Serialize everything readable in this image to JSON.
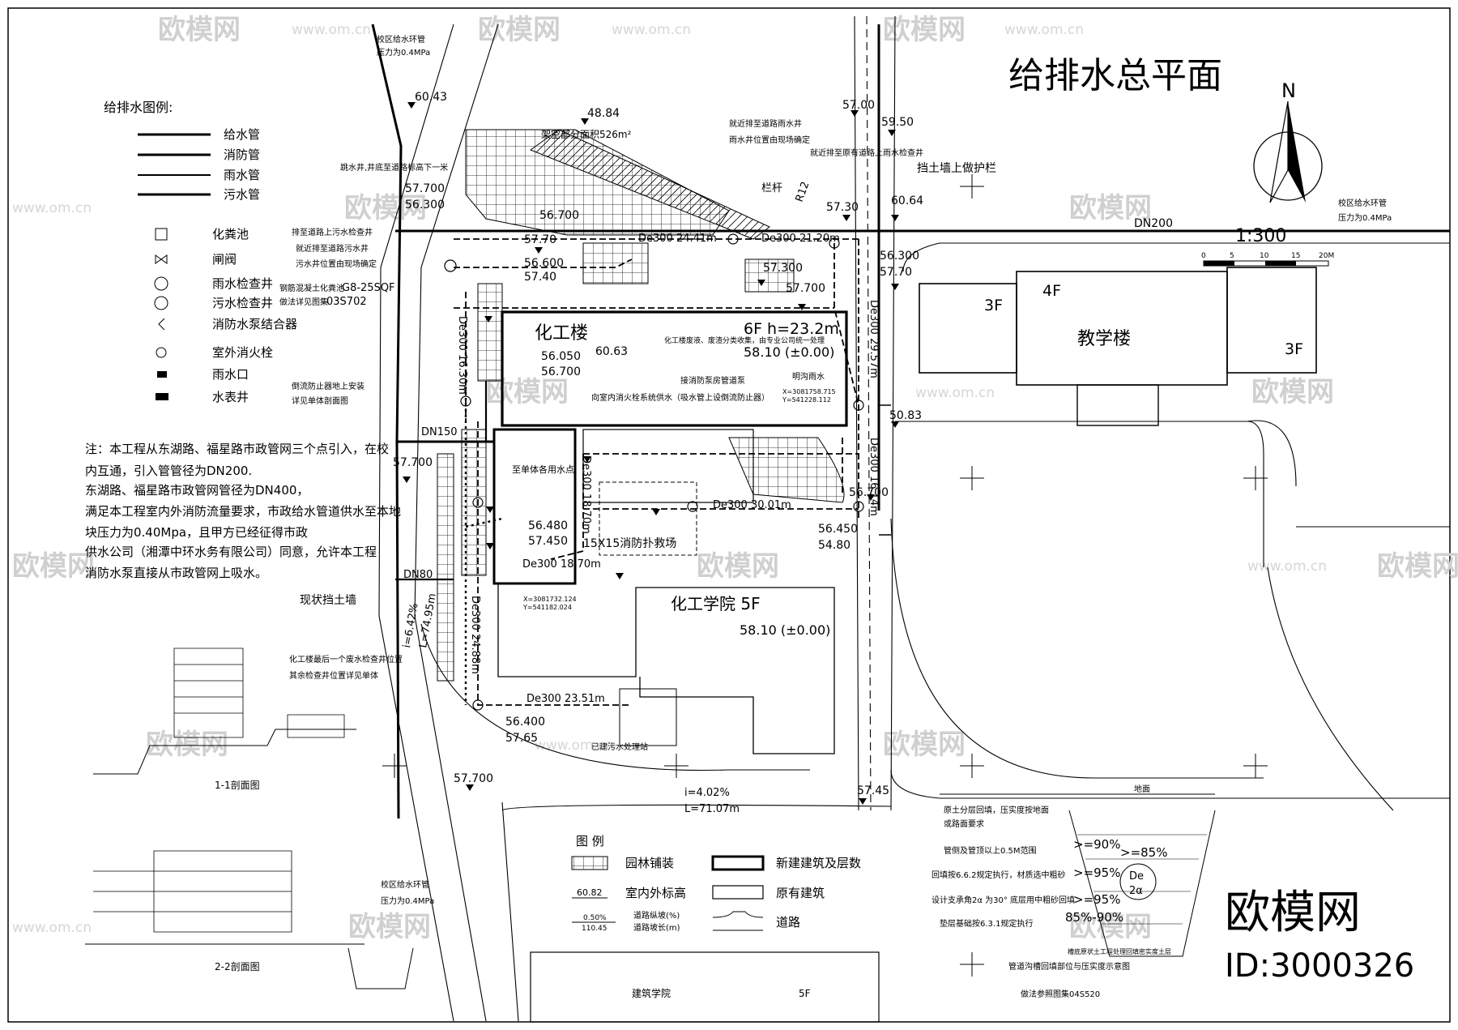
{
  "title": "给排水总平面",
  "north": "N",
  "scale": {
    "label": "1:300",
    "ticks": [
      "0",
      "5",
      "10",
      "15",
      "20M"
    ]
  },
  "watermark": {
    "brand": "欧模网",
    "domain": "www.om.cn",
    "big": "欧模网",
    "id": "ID:3000326"
  },
  "legend_pipes": {
    "title": "给排水图例:",
    "items": [
      "给水管",
      "消防管",
      "雨水管",
      "污水管",
      "化粪池",
      "闸阀",
      "雨水检查井",
      "污水检查井",
      "消防水泵结合器",
      "室外消火栓",
      "雨水口",
      "水表井"
    ]
  },
  "notes": [
    "注：本工程从东湖路、福星路市政管网三个点引入，在校",
    "内互通，引入管管径为DN200.",
    "东湖路、福星路市政管网管径为DN400，",
    "满足本工程室内外消防流量要求，市政给水管道供水至本地",
    "块压力为0.40Mpa，且甲方已经征得市政",
    "供水公司（湘潭中环水务有限公司）同意，允许本工程",
    "消防水泵直接从市政管网上吸水。"
  ],
  "buildings": {
    "chem": {
      "name": "化工楼",
      "floors": "6F  h=23.2m",
      "elev": "58.10 (±0.00)",
      "note": "化工楼废液、废渣分类收集，由专业公司统一处理"
    },
    "chem_school": {
      "name": "化工学院  5F",
      "elev": "58.10 (±0.00)"
    },
    "teaching": {
      "name": "教学楼",
      "f1": "3F",
      "f2": "4F",
      "f3": "3F"
    },
    "arch_school": {
      "name": "建筑学院",
      "floors": "5F"
    },
    "sewage": "已建污水处理站",
    "fire_pad": "15X15消防扑救场",
    "water_point": "至单体各用水点",
    "overhang": "架空部分面积526m²",
    "railing": "栏杆",
    "retaining": "现状挡土墙",
    "retaining_rail": "挡土墙上做护栏"
  },
  "elevations": [
    "60.43",
    "48.84",
    "57.00",
    "59.50",
    "60.64",
    "57.30",
    "57.700",
    "56.300",
    "56.700",
    "57.70",
    "56.600",
    "57.40",
    "57.300",
    "56.300",
    "57.70",
    "57.700",
    "56.050",
    "56.700",
    "60.63",
    "50.83",
    "57.700",
    "56.480",
    "57.450",
    "56.450",
    "54.80",
    "57.700",
    "56.400",
    "57.65",
    "57.45",
    "56.700"
  ],
  "pipes": [
    "DN200",
    "De300 24.41m",
    "De300 21.20m",
    "De300 29.57m",
    "De300 16.14m",
    "De300 16.30m",
    "De300 30.01m",
    "De300 18.70m",
    "De300 23.51m",
    "De300 24.88m",
    "De300 18.70m",
    "DN150",
    "DN80",
    "i=6.42%",
    "L=74.95m",
    "i=4.02%",
    "L=71.07m",
    "R12"
  ],
  "labels": {
    "campus_ring": "校区给水环管",
    "pressure": "压力为0.4MPa",
    "near_rain": "就近排至道路雨水井",
    "rain_pos": "雨水井位置由现场确定",
    "near_rain2": "就近排至原有道路上雨水检查井",
    "jump": "跳水井,井底至道路标高下一米",
    "near_sewage": "排至道路上污水检查井",
    "near_sewage2": "就近排至道路污水井",
    "sewage_pos": "污水井位置由现场确定",
    "septic": "钢筋混凝土化粪池",
    "septic_type": "G8-25SQF",
    "septic_ref": "做法详见图集",
    "septic_ref2": "03S702",
    "backflow": "倒流防止器地上安装",
    "backflow_ref": "详见单体剖面图",
    "fire_pump": "接消防泵房管道泵",
    "indoor_hydrant": "向室内消火栓系统供水（吸水管上设倒流防止器）",
    "open_ditch": "明沟雨水",
    "coord1": "X=3081758.715",
    "coord1y": "Y=541228.112",
    "coord2": "X=3081732.124",
    "coord2y": "Y=541182.024",
    "last_well": "化工楼最后一个废水检查井位置",
    "other_wells": "其余检查井位置详见单体",
    "section1": "1-1剖面图",
    "section2": "2-2剖面图",
    "ground": "地面"
  },
  "legend_site": {
    "title": "图    例",
    "items": [
      "园林铺装",
      "新建建筑及层数",
      "室内外标高",
      "原有建筑",
      "道路纵坡(%)",
      "道路坡长(m)",
      "道路"
    ],
    "sample_elev": "60.82",
    "sample_slope": "0.50%",
    "sample_len": "110.45"
  },
  "trench": {
    "lines": [
      "原土分层回填，压实度按地面",
      "或路面要求",
      "管侧及管顶以上0.5M范围",
      "回填按6.6.2规定执行，材质选中粗砂",
      "设计支承角2α  为30°  底层用中粗砂回填",
      "垫层基础按6.3.1规定执行"
    ],
    "values": [
      ">=90%",
      ">=85%",
      ">=95%",
      ">=95%",
      "85%-90%",
      "De",
      "2α"
    ],
    "caption": "管道沟槽回填部位与压实度示意图",
    "ref": "做法参照图集04S520",
    "note": "槽底原状土工程处理回填密实度土层"
  }
}
